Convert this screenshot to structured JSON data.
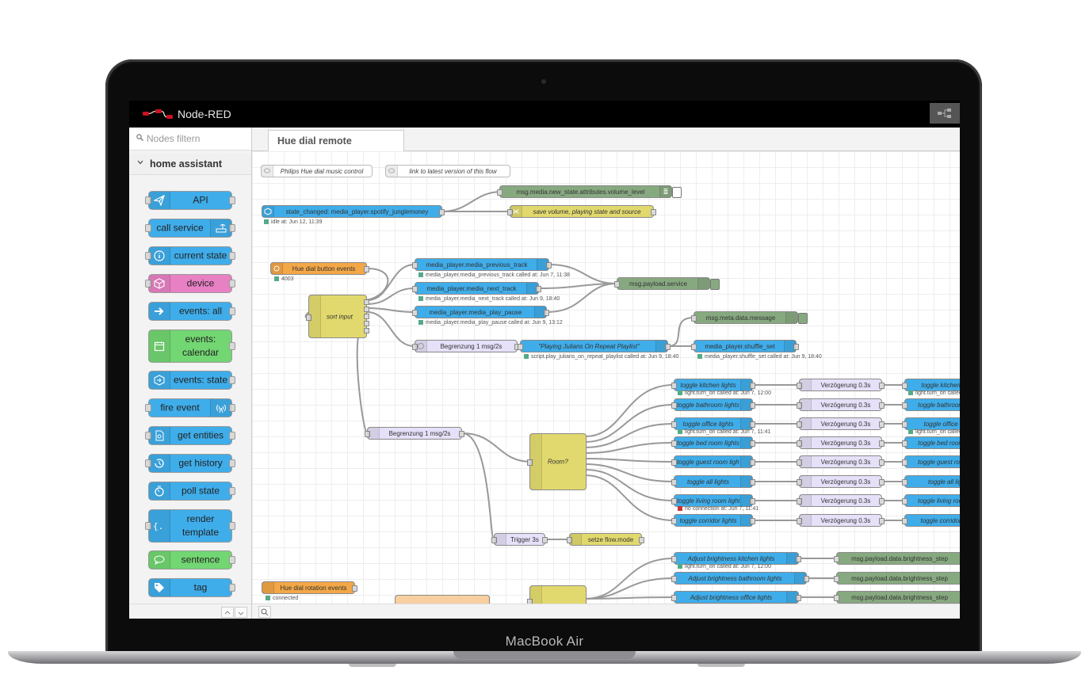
{
  "device": {
    "brand": "MacBook Air"
  },
  "app": {
    "title": "Node-RED"
  },
  "palette": {
    "filter_placeholder": "Nodes filtern",
    "category": "home assistant",
    "nodes": [
      {
        "label": "API",
        "color": "#3fadea",
        "icon": "paper-plane-icon"
      },
      {
        "label": "call service",
        "color": "#3fadea",
        "icon": "router-icon"
      },
      {
        "label": "current state",
        "color": "#3fadea",
        "icon": "info-icon"
      },
      {
        "label": "device",
        "color": "#e880c4",
        "icon": "cube-icon"
      },
      {
        "label": "events: all",
        "color": "#3fadea",
        "icon": "arrow-right-icon"
      },
      {
        "label": "events:",
        "label2": "calendar",
        "color": "#72d672",
        "icon": "calendar-icon"
      },
      {
        "label": "events: state",
        "color": "#3fadea",
        "icon": "hexagon-arrow-icon"
      },
      {
        "label": "fire event",
        "color": "#3fadea",
        "icon": "broadcast-icon"
      },
      {
        "label": "get entities",
        "color": "#3fadea",
        "icon": "file-search-icon"
      },
      {
        "label": "get history",
        "color": "#3fadea",
        "icon": "history-icon"
      },
      {
        "label": "poll state",
        "color": "#3fadea",
        "icon": "timer-icon"
      },
      {
        "label": "render",
        "label2": "template",
        "color": "#3fadea",
        "icon": "braces-icon"
      },
      {
        "label": "sentence",
        "color": "#72d672",
        "icon": "speech-bubble-icon"
      },
      {
        "label": "tag",
        "color": "#3fadea",
        "icon": "tag-icon"
      }
    ]
  },
  "workspace": {
    "tab": "Hue dial remote",
    "comments": {
      "c1": "Philips Hue dial music control",
      "c2": "link to latest version of this flow"
    },
    "nodes": {
      "vol_debug": "msg.media.new_state.attributes.volume_level",
      "state_changed": "state_changed: media_player.spotify_junglemoney",
      "state_changed_status": "idle at: Jun 12, 11:39",
      "save_volume": "save volume, playing state and source",
      "hue_button": "Hue dial button events",
      "hue_button_status": "4003",
      "sort_input": "sort input",
      "prev_track": "media_player.media_previous_track",
      "prev_track_status": "media_player.media_previous_track called at: Jun 7, 11:38",
      "next_track": "media_player.media_next_track",
      "next_track_status": "media_player.media_next_track called at: Jun 9, 18:40",
      "play_pause": "media_player.media_play_pause",
      "play_pause_status": "media_player.media_play_pause called at: Jun 9, 13:12",
      "payload_service": "msg.payload.service",
      "meta_message": "msg.meta.data.message",
      "begrenzung1": "Begrenzung 1 msg/2s",
      "playing_playlist": "\"Playing Julians On Repeat Playlist\"",
      "playing_playlist_status": "script.play_julians_on_repeat_playlist called at: Jun 9, 18:40",
      "shuffle_set": "media_player.shuffle_set",
      "shuffle_set_status": "media_player.shuffle_set called at: Jun 9, 18:40",
      "begrenzung2": "Begrenzung 1 msg/2s",
      "room": "Room?",
      "trigger": "Trigger 3s",
      "setze_flow": "setze flow.mode",
      "hue_rotation": "Hue dial rotation events",
      "hue_rotation_status": "connected"
    },
    "toggles": [
      {
        "label": "toggle kitchen lights",
        "status": "light.turn_on called at: Jun 7, 12:00",
        "delay": "Verzögerung 0.3s",
        "right": "toggle kitchen lights",
        "right_status": "light.turn_on called"
      },
      {
        "label": "toggle bathroom lights",
        "status": "",
        "delay": "Verzögerung 0.3s",
        "right": "toggle bathroom lights",
        "right_status": ""
      },
      {
        "label": "toggle office lights",
        "status": "light.turn_on called at: Jun 7, 11:41",
        "delay": "Verzögerung 0.3s",
        "right": "toggle office lights",
        "right_status": "light.turn_on called"
      },
      {
        "label": "toggle bed room lights",
        "status": "",
        "delay": "Verzögerung 0.3s",
        "right": "toggle bed room lights",
        "right_status": ""
      },
      {
        "label": "toggle guest room lights",
        "status": "",
        "delay": "Verzögerung 0.3s",
        "right": "toggle guest room lights",
        "right_status": ""
      },
      {
        "label": "toggle all lights",
        "status": "",
        "delay": "Verzögerung 0.3s",
        "right": "toggle all lights",
        "right_status": ""
      },
      {
        "label": "toggle living room lights",
        "status": "no connection at: Jun 7, 11:41",
        "delay": "Verzögerung 0.3s",
        "right": "toggle living room lights",
        "right_status": ""
      },
      {
        "label": "toggle corridor lights",
        "status": "",
        "delay": "Verzögerung 0.3s",
        "right": "toggle corridor lights",
        "right_status": ""
      }
    ],
    "brightness": [
      {
        "label": "Adjust brightness kitchen lights",
        "status": "light.turn_on called at: Jun 7, 12:00",
        "debug": "msg.payload.data.brightness_step"
      },
      {
        "label": "Adjust brightness bathroom lights",
        "status": "",
        "debug": "msg.payload.data.brightness_step"
      },
      {
        "label": "Adjust brightness office lights",
        "status": "",
        "debug": "msg.payload.data.brightness_step"
      }
    ]
  },
  "colors": {
    "ha_blue": "#3fadea",
    "function_yellow": "#e2d96e",
    "change_yellow": "#e2d96e",
    "delay_lilac": "#e6e0f8",
    "debug_green": "#87a980",
    "trigger_orange": "#f3a746",
    "topbar": "#000000"
  }
}
